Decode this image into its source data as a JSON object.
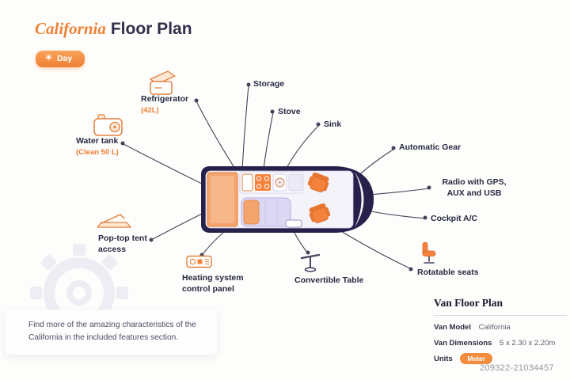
{
  "title": {
    "highlight": "California",
    "rest": "Floor Plan"
  },
  "day_toggle": {
    "label": "Day",
    "icon": "sun-icon"
  },
  "callouts": [
    {
      "id": "refrigerator",
      "label": "Refrigerator",
      "sub": "(42L)"
    },
    {
      "id": "water-tank",
      "label": "Water tank",
      "sub": "(Clean 50 L)"
    },
    {
      "id": "storage",
      "label": "Storage"
    },
    {
      "id": "stove",
      "label": "Stove"
    },
    {
      "id": "sink",
      "label": "Sink"
    },
    {
      "id": "automatic-gear",
      "label": "Automatic Gear"
    },
    {
      "id": "radio",
      "label": "Radio with GPS, AUX and USB"
    },
    {
      "id": "cockpit-ac",
      "label": "Cockpit A/C"
    },
    {
      "id": "rotatable-seats",
      "label": "Rotatable seats"
    },
    {
      "id": "convertible-table",
      "label": "Convertible Table"
    },
    {
      "id": "heating-panel",
      "label": "Heating system control panel"
    },
    {
      "id": "pop-top",
      "label": "Pop-top tent access"
    }
  ],
  "note": "Find more of the amazing characteristics of the California in the included features section.",
  "details": {
    "heading": "Van Floor Plan",
    "rows": [
      {
        "label": "Van Model",
        "value": "California"
      },
      {
        "label": "Van Dimensions",
        "value": "5 x 2.30 x 2.20m"
      },
      {
        "label": "Units",
        "value": "Meter"
      }
    ]
  },
  "watermark": "209322-21034457",
  "colors": {
    "accent": "#F5823C",
    "text_dark": "#2B2F45",
    "van_body": "#26214A"
  }
}
